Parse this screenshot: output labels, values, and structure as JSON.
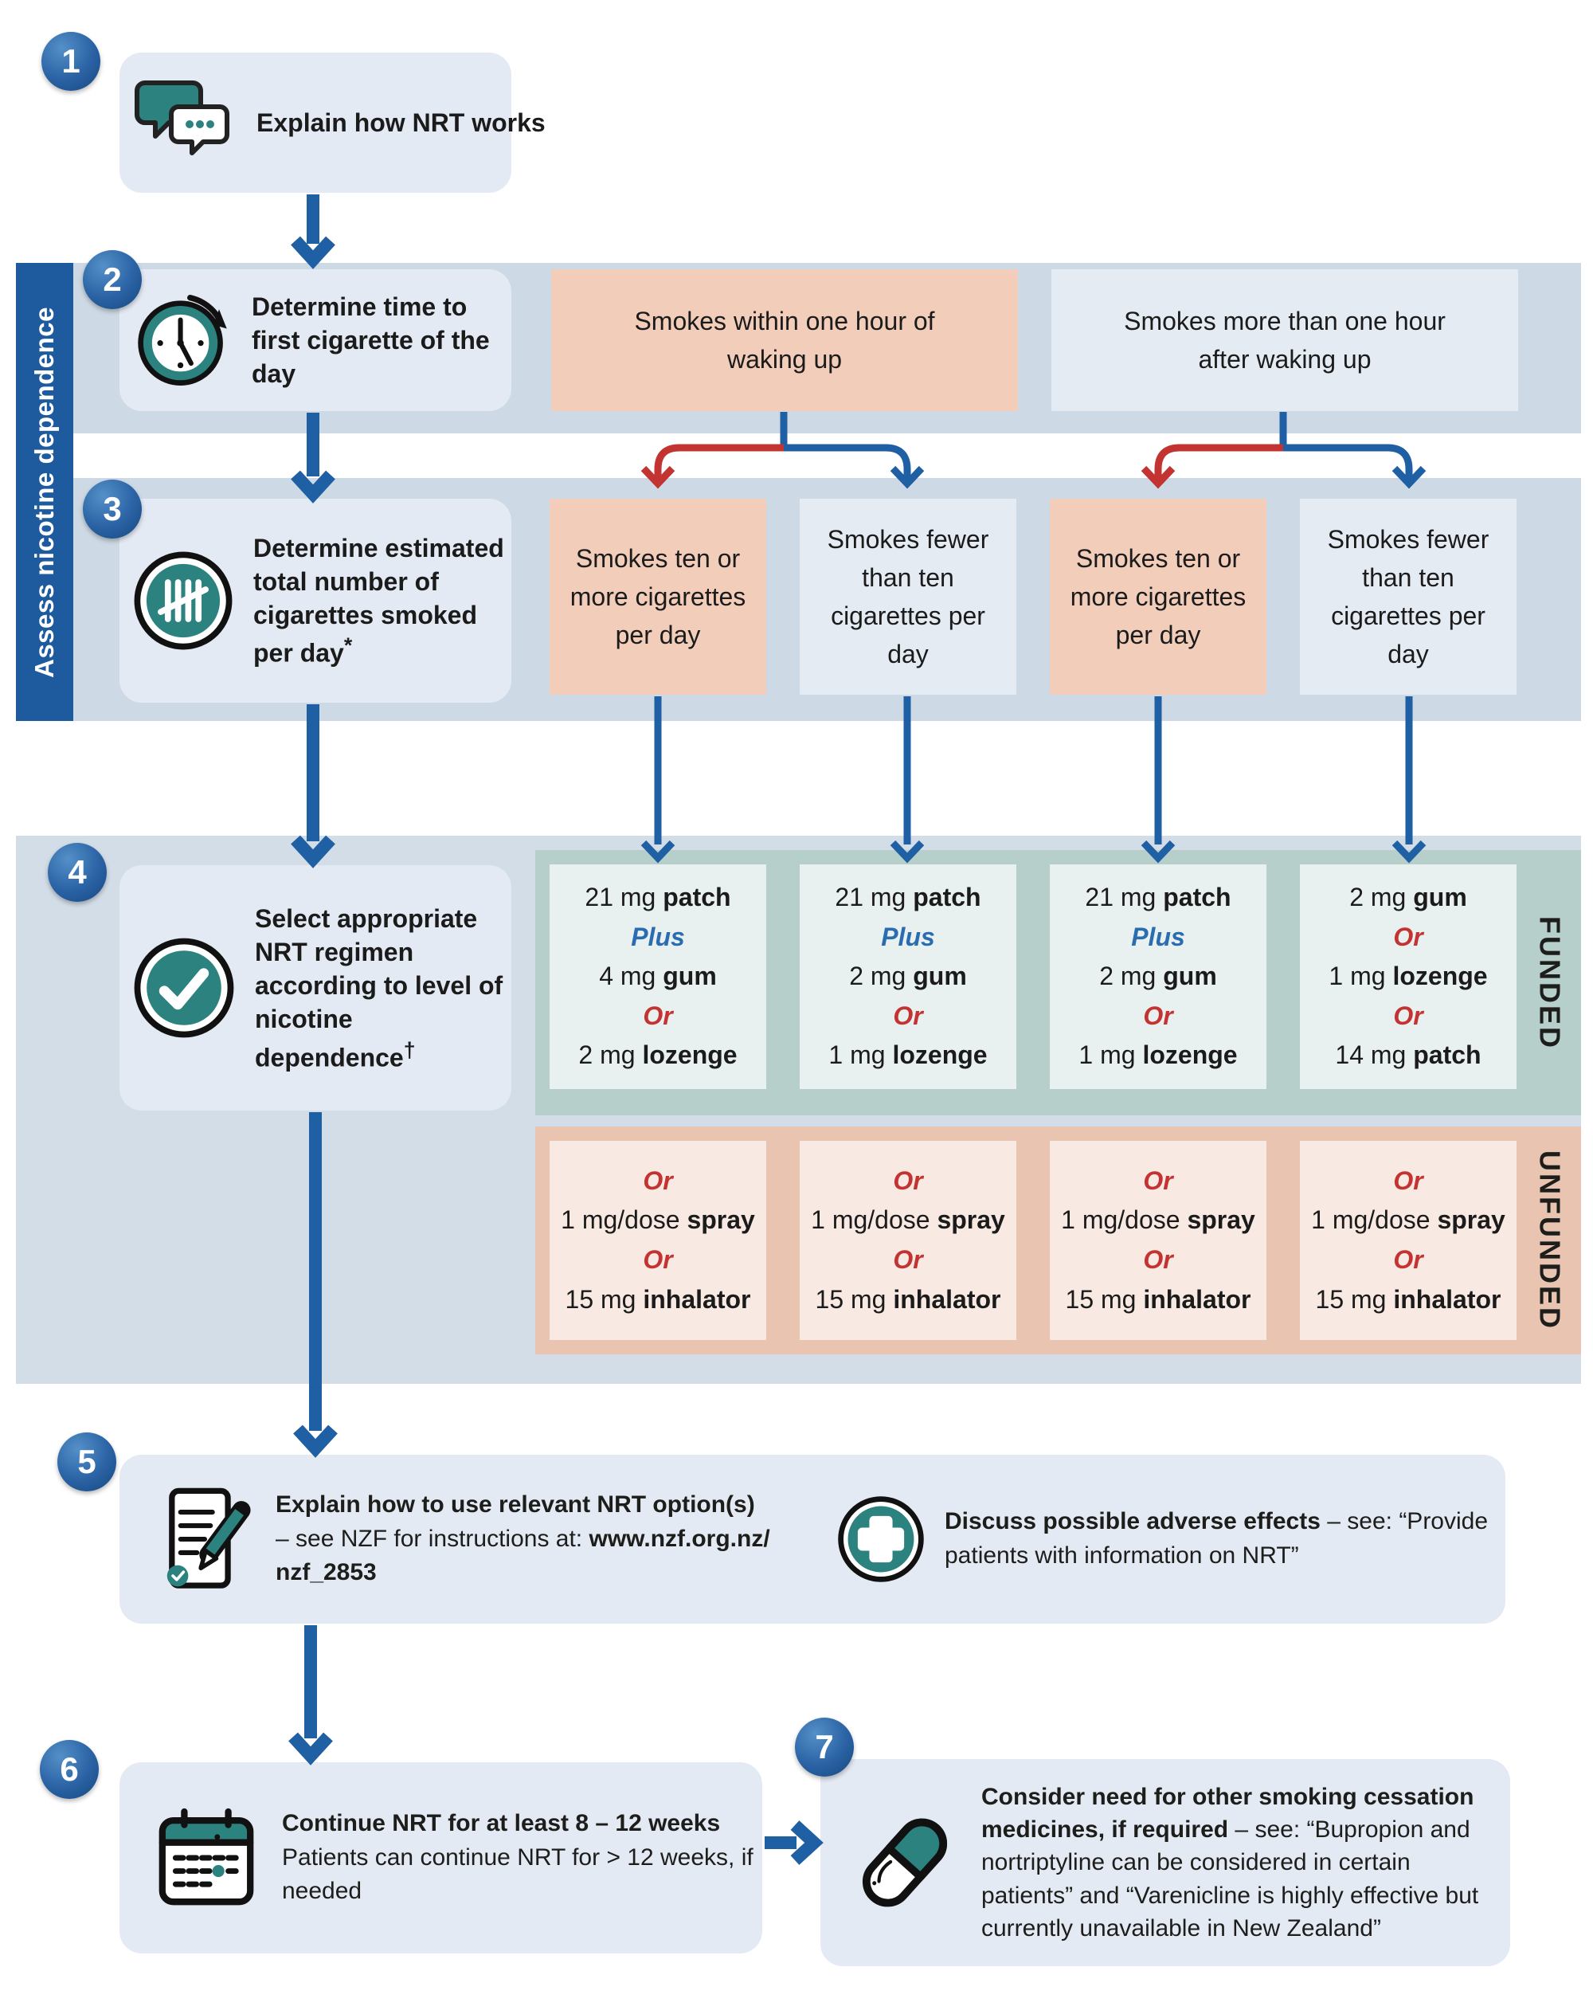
{
  "palette": {
    "sidebar_blue": "#1d5a9e",
    "arrow_blue": "#1f5fa3",
    "arrow_red": "#c23332",
    "icon_teal": "#2b827e",
    "band_blue": "#cdd9e4",
    "band_step4": "#d2dde8",
    "funded_band": "#b6cfcb",
    "funded_box": "#e9f1f0",
    "unfunded_band": "#e9c5b1",
    "unfunded_box": "#f9e9e3",
    "salmon_box": "#f2cdba",
    "light_box": "#e4ebf3",
    "step_box": "#e4eaf3",
    "plus_blue": "#2a6cb0",
    "or_red": "#c23332",
    "text": "#1d1d1b"
  },
  "sidebar": {
    "label": "Assess nicotine dependence"
  },
  "funded": {
    "label": "FUNDED",
    "columns": [
      {
        "lines": [
          {
            "pre": "21 mg ",
            "name": "patch"
          },
          {
            "word": "Plus",
            "tone": "plus"
          },
          {
            "pre": "4 mg ",
            "name": "gum"
          },
          {
            "word": "Or",
            "tone": "or"
          },
          {
            "pre": "2 mg ",
            "name": "lozenge"
          }
        ]
      },
      {
        "lines": [
          {
            "pre": "21 mg ",
            "name": "patch"
          },
          {
            "word": "Plus",
            "tone": "plus"
          },
          {
            "pre": "2 mg ",
            "name": "gum"
          },
          {
            "word": "Or",
            "tone": "or"
          },
          {
            "pre": "1 mg ",
            "name": "lozenge"
          }
        ]
      },
      {
        "lines": [
          {
            "pre": "21 mg ",
            "name": "patch"
          },
          {
            "word": "Plus",
            "tone": "plus"
          },
          {
            "pre": "2 mg ",
            "name": "gum"
          },
          {
            "word": "Or",
            "tone": "or"
          },
          {
            "pre": "1 mg ",
            "name": "lozenge"
          }
        ]
      },
      {
        "lines": [
          {
            "pre": "2 mg ",
            "name": "gum"
          },
          {
            "word": "Or",
            "tone": "or"
          },
          {
            "pre": "1 mg ",
            "name": "lozenge"
          },
          {
            "word": "Or",
            "tone": "or"
          },
          {
            "pre": "14 mg ",
            "name": "patch"
          }
        ]
      }
    ]
  },
  "unfunded": {
    "label": "UNFUNDED",
    "columns": [
      {
        "lines": [
          {
            "word": "Or",
            "tone": "or"
          },
          {
            "pre": "1 mg/dose ",
            "name": "spray"
          },
          {
            "word": "Or",
            "tone": "or"
          },
          {
            "pre": "15 mg ",
            "name": "inhalator"
          }
        ]
      },
      {
        "lines": [
          {
            "word": "Or",
            "tone": "or"
          },
          {
            "pre": "1 mg/dose ",
            "name": "spray"
          },
          {
            "word": "Or",
            "tone": "or"
          },
          {
            "pre": "15 mg ",
            "name": "inhalator"
          }
        ]
      },
      {
        "lines": [
          {
            "word": "Or",
            "tone": "or"
          },
          {
            "pre": "1 mg/dose ",
            "name": "spray"
          },
          {
            "word": "Or",
            "tone": "or"
          },
          {
            "pre": "15 mg ",
            "name": "inhalator"
          }
        ]
      },
      {
        "lines": [
          {
            "word": "Or",
            "tone": "or"
          },
          {
            "pre": "1 mg/dose ",
            "name": "spray"
          },
          {
            "word": "Or",
            "tone": "or"
          },
          {
            "pre": "15 mg ",
            "name": "inhalator"
          }
        ]
      }
    ]
  },
  "branch_time": [
    {
      "text": "Smokes within one hour of waking up",
      "tone": "salmon"
    },
    {
      "text": "Smokes more than one hour after waking up",
      "tone": "light"
    }
  ],
  "branch_amount": [
    {
      "text": "Smokes ten or more cigarettes per day",
      "tone": "salmon"
    },
    {
      "text": "Smokes fewer than ten cigarettes per day",
      "tone": "light"
    },
    {
      "text": "Smokes ten or more cigarettes per day",
      "tone": "salmon"
    },
    {
      "text": "Smokes fewer than ten cigarettes per day",
      "tone": "light"
    }
  ],
  "steps": {
    "s1": {
      "num": "1",
      "title": "Explain how NRT works",
      "icon": "chat-bubbles-icon"
    },
    "s2": {
      "num": "2",
      "title": "Determine time to first cigarette of the day",
      "icon": "clock-icon"
    },
    "s3": {
      "num": "3",
      "title": "Determine estimated total number of cigarettes smoked per day",
      "sup": "*",
      "icon": "tally-marks-icon"
    },
    "s4": {
      "num": "4",
      "title": "Select appropriate NRT regimen according to level of nicotine dependence",
      "sup": "†",
      "icon": "check-circle-icon"
    },
    "s5": {
      "num": "5",
      "title_bold": "Explain how to use relevant NRT option(s)",
      "title_rest": " – see NZF for instructions at: ",
      "link1": "www.nzf.org.nz/",
      "link2": "nzf_2853",
      "icon": "document-pencil-icon"
    },
    "s5b": {
      "bold": "Discuss possible adverse effects",
      "rest": " – see: ",
      "quote": "“Provide patients with information on NRT”",
      "icon": "medical-cross-icon"
    },
    "s6": {
      "num": "6",
      "bold": "Continue NRT for at least 8 – 12 weeks",
      "rest": "Patients can continue NRT for > 12 weeks, if needed",
      "icon": "calendar-icon"
    },
    "s7": {
      "num": "7",
      "bold": "Consider need for other smoking cessation medicines, if required",
      "rest": " – see: “Bupropion and nortriptyline can be considered in certain patients” and “Varenicline is highly effective but currently unavailable in New Zealand”",
      "icon": "capsule-icon"
    }
  }
}
